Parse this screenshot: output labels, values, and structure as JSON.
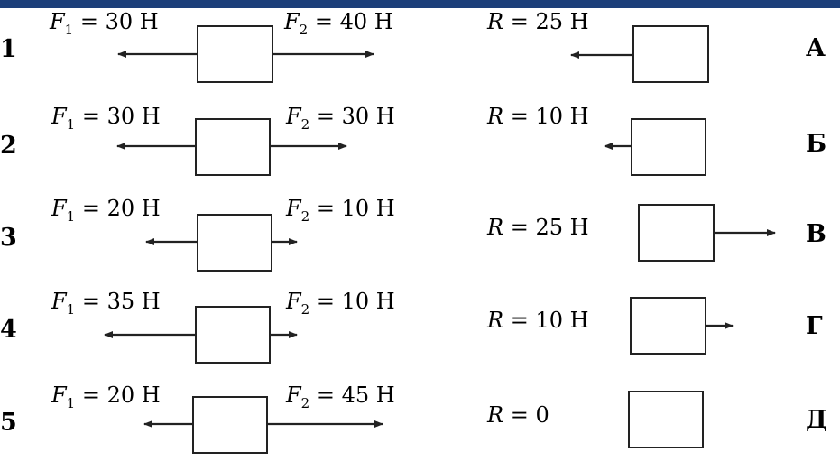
{
  "header_color": "#1c3f7a",
  "left_rows": [
    {
      "num": "1",
      "f1": {
        "sym": "F",
        "sub": "1",
        "val": "30 Н"
      },
      "f2": {
        "sym": "F",
        "sub": "2",
        "val": "40 Н"
      }
    },
    {
      "num": "2",
      "f1": {
        "sym": "F",
        "sub": "1",
        "val": "30 Н"
      },
      "f2": {
        "sym": "F",
        "sub": "2",
        "val": "30 Н"
      }
    },
    {
      "num": "3",
      "f1": {
        "sym": "F",
        "sub": "1",
        "val": "20 Н"
      },
      "f2": {
        "sym": "F",
        "sub": "2",
        "val": "10 Н"
      }
    },
    {
      "num": "4",
      "f1": {
        "sym": "F",
        "sub": "1",
        "val": "35 Н"
      },
      "f2": {
        "sym": "F",
        "sub": "2",
        "val": "10 Н"
      }
    },
    {
      "num": "5",
      "f1": {
        "sym": "F",
        "sub": "1",
        "val": "20 Н"
      },
      "f2": {
        "sym": "F",
        "sub": "2",
        "val": "45 Н"
      }
    }
  ],
  "right_rows": [
    {
      "letter": "А",
      "r": {
        "sym": "R",
        "val": "25 Н"
      }
    },
    {
      "letter": "Б",
      "r": {
        "sym": "R",
        "val": "10 Н"
      }
    },
    {
      "letter": "В",
      "r": {
        "sym": "R",
        "val": "25 Н"
      }
    },
    {
      "letter": "Г",
      "r": {
        "sym": "R",
        "val": "10 Н"
      }
    },
    {
      "letter": "Д",
      "r": {
        "sym": "R",
        "val": "0"
      }
    }
  ]
}
